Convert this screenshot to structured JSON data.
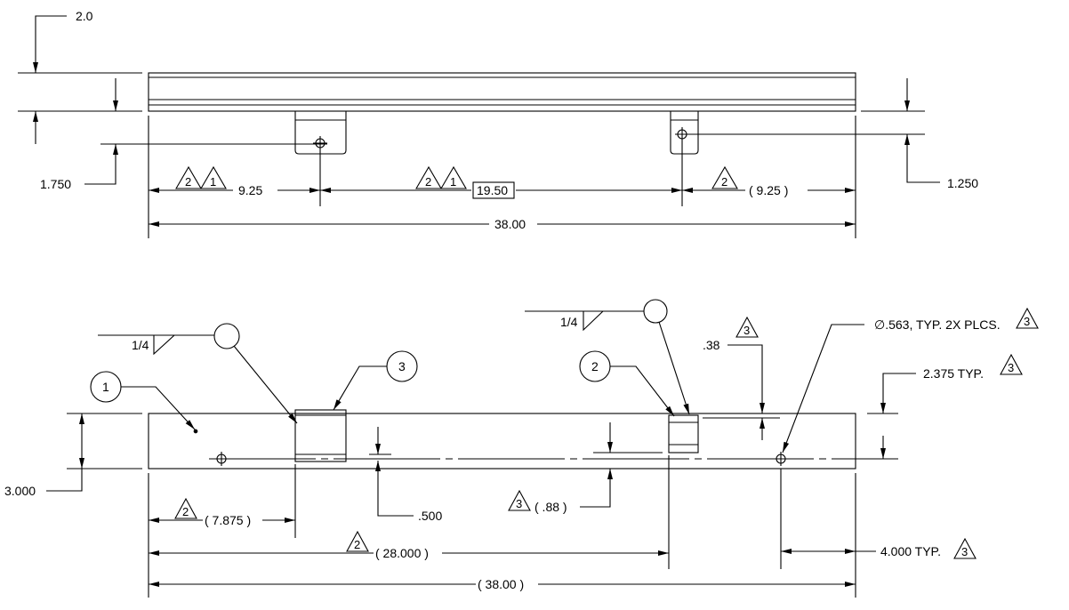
{
  "top_view": {
    "dim_2_0": "2.0",
    "dim_1_750": "1.750",
    "dim_1_250": "1.250",
    "dim_9_25_left": "9.25",
    "dim_19_50": "19.50",
    "dim_9_25_right": "( 9.25 )",
    "dim_38_00": "38.00",
    "rev_triangles": [
      "2",
      "1",
      "2",
      "1",
      "2"
    ]
  },
  "front_view": {
    "balloons": [
      "1",
      "2",
      "3"
    ],
    "weld_size_left": "1/4",
    "weld_size_right": "1/4",
    "dim_3_000": "3.000",
    "dim_500": ".500",
    "dim_88": "( .88 )",
    "dim_38": ".38",
    "hole_note": "∅.563, TYP. 2X PLCS.",
    "dim_2_375": "2.375 TYP.",
    "dim_7_875": "( 7.875 )",
    "dim_28_000": "( 28.000 )",
    "dim_4_000": "4.000 TYP.",
    "dim_38_00": "( 38.00 )",
    "rev_triangles": [
      "3",
      "3",
      "3",
      "3",
      "2",
      "2",
      "3"
    ]
  }
}
